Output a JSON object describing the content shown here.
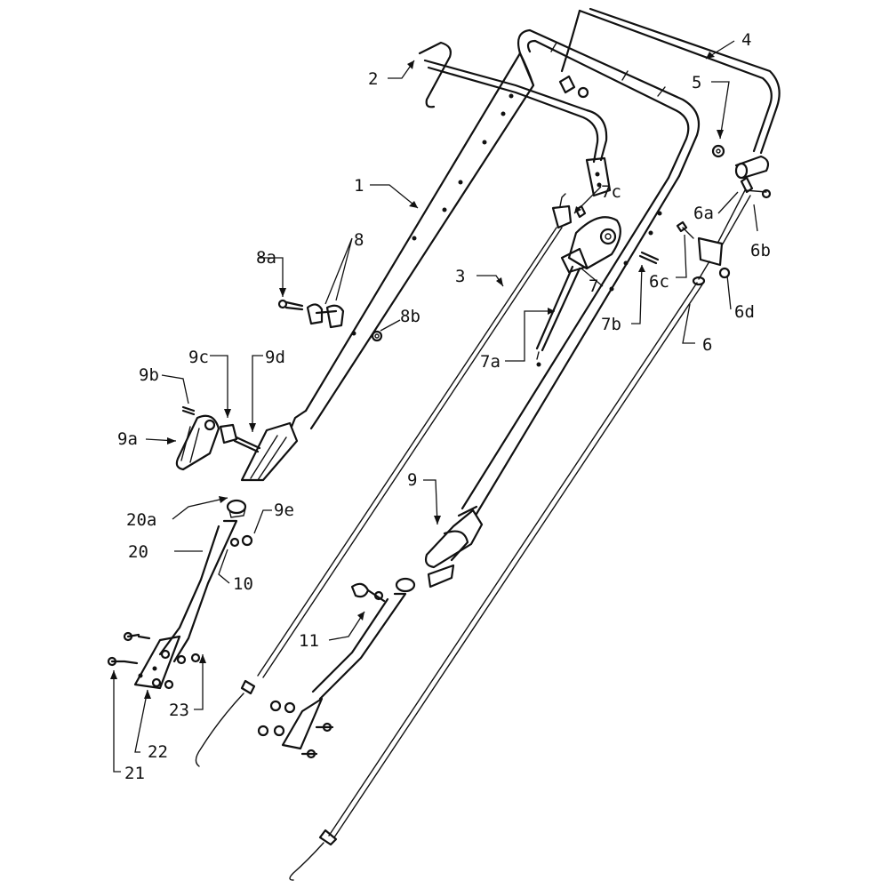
{
  "callouts": {
    "c1": "1",
    "c2": "2",
    "c3": "3",
    "c4": "4",
    "c5": "5",
    "c6": "6",
    "c6a": "6a",
    "c6b": "6b",
    "c6c": "6c",
    "c6d": "6d",
    "c7": "7",
    "c7a": "7a",
    "c7b": "7b",
    "c7c": "7c",
    "c8": "8",
    "c8a": "8a",
    "c8b": "8b",
    "c9": "9",
    "c9a": "9a",
    "c9b": "9b",
    "c9c": "9c",
    "c9d": "9d",
    "c9e": "9e",
    "c10": "10",
    "c11": "11",
    "c20": "20",
    "c20a": "20a",
    "c21": "21",
    "c22": "22",
    "c23": "23"
  }
}
